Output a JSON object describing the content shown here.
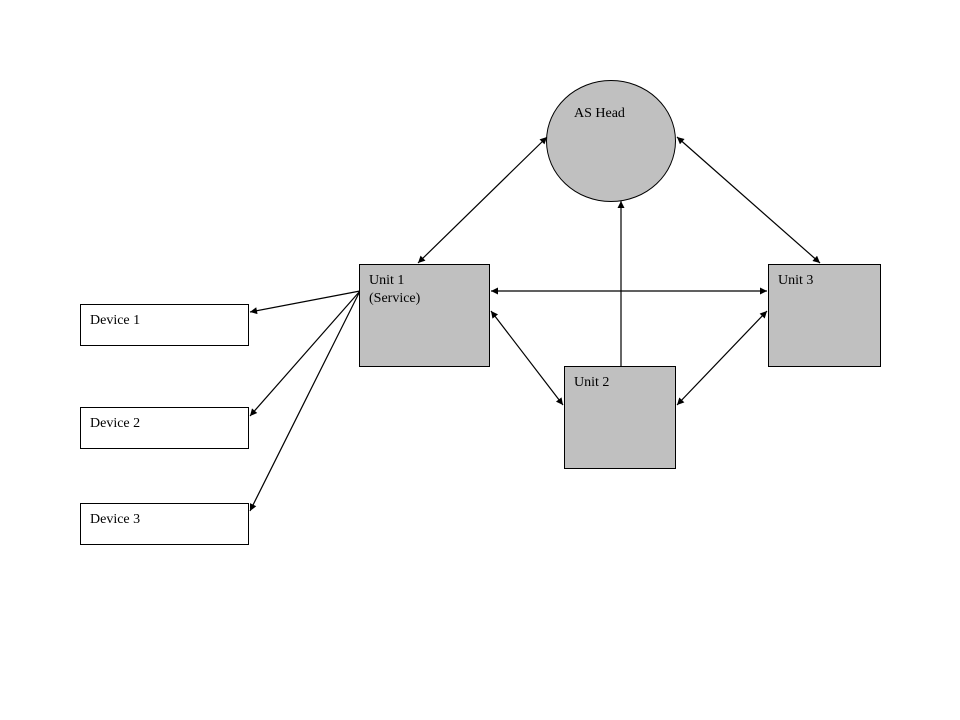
{
  "head": {
    "label": "AS Head"
  },
  "units": [
    {
      "line1": "Unit 1",
      "line2": "(Service)"
    },
    {
      "line1": "Unit 2"
    },
    {
      "line1": "Unit 3"
    }
  ],
  "devices": [
    {
      "label": "Device 1"
    },
    {
      "label": "Device 2"
    },
    {
      "label": "Device 3"
    }
  ],
  "colors": {
    "node_fill": "#c0c0c0",
    "device_fill": "#ffffff",
    "stroke": "#000000"
  }
}
